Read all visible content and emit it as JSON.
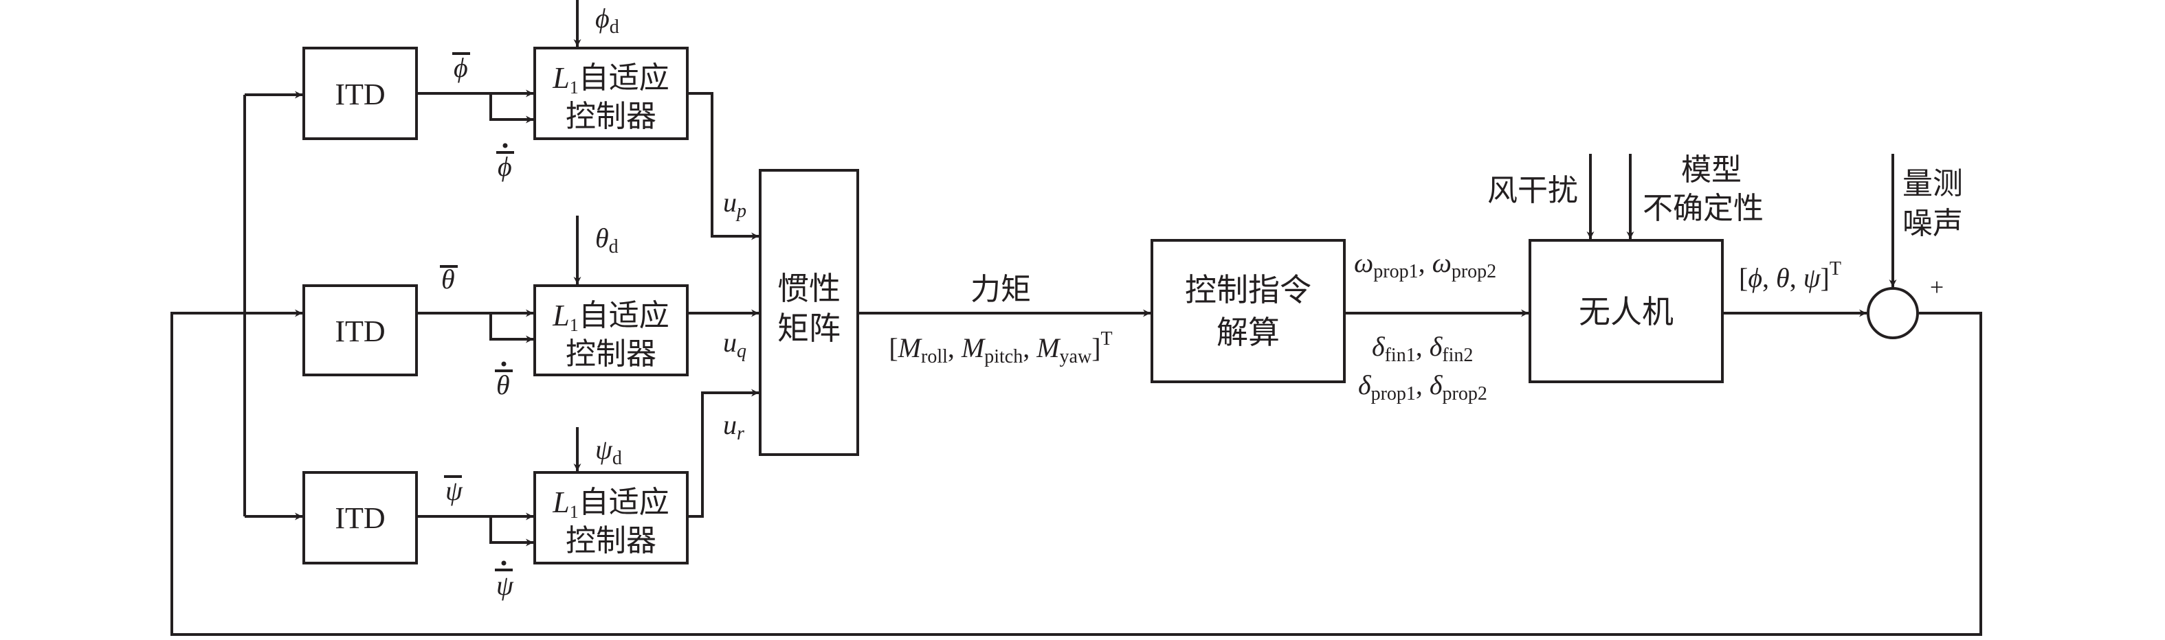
{
  "blocks": {
    "itd": "ITD",
    "l1_sub": "1",
    "l1_letter": "L",
    "l1_line1": "自适应",
    "l1_line2": "控制器",
    "inertia_line1": "惯性",
    "inertia_line2": "矩阵",
    "command_line1": "控制指令",
    "command_line2": "解算",
    "uav": "无人机"
  },
  "signals": {
    "phi": "ϕ",
    "theta": "θ",
    "psi": "ψ",
    "d": "d",
    "u": "u",
    "p": "p",
    "q": "q",
    "r": "r",
    "torque": "力矩",
    "torque_vec": {
      "open": "[",
      "M": "M",
      "roll": "roll",
      "pitch": "pitch",
      "yaw": "yaw",
      "sep": ", ",
      "close": "]",
      "T": "T"
    },
    "omega": "ω",
    "prop1": "prop1",
    "prop2": "prop2",
    "fin1": "fin1",
    "fin2": "fin2",
    "delta": "δ",
    "comma": ", ",
    "attitude": {
      "open": "[",
      "phi": "ϕ",
      "theta": "θ",
      "psi": "ψ",
      "sep": ", ",
      "close": "]",
      "T": "T"
    },
    "wind": "风干扰",
    "model_line1": "模型",
    "model_line2": "不确定性",
    "noise_line1": "量测",
    "noise_line2": "噪声",
    "plus": "+"
  }
}
